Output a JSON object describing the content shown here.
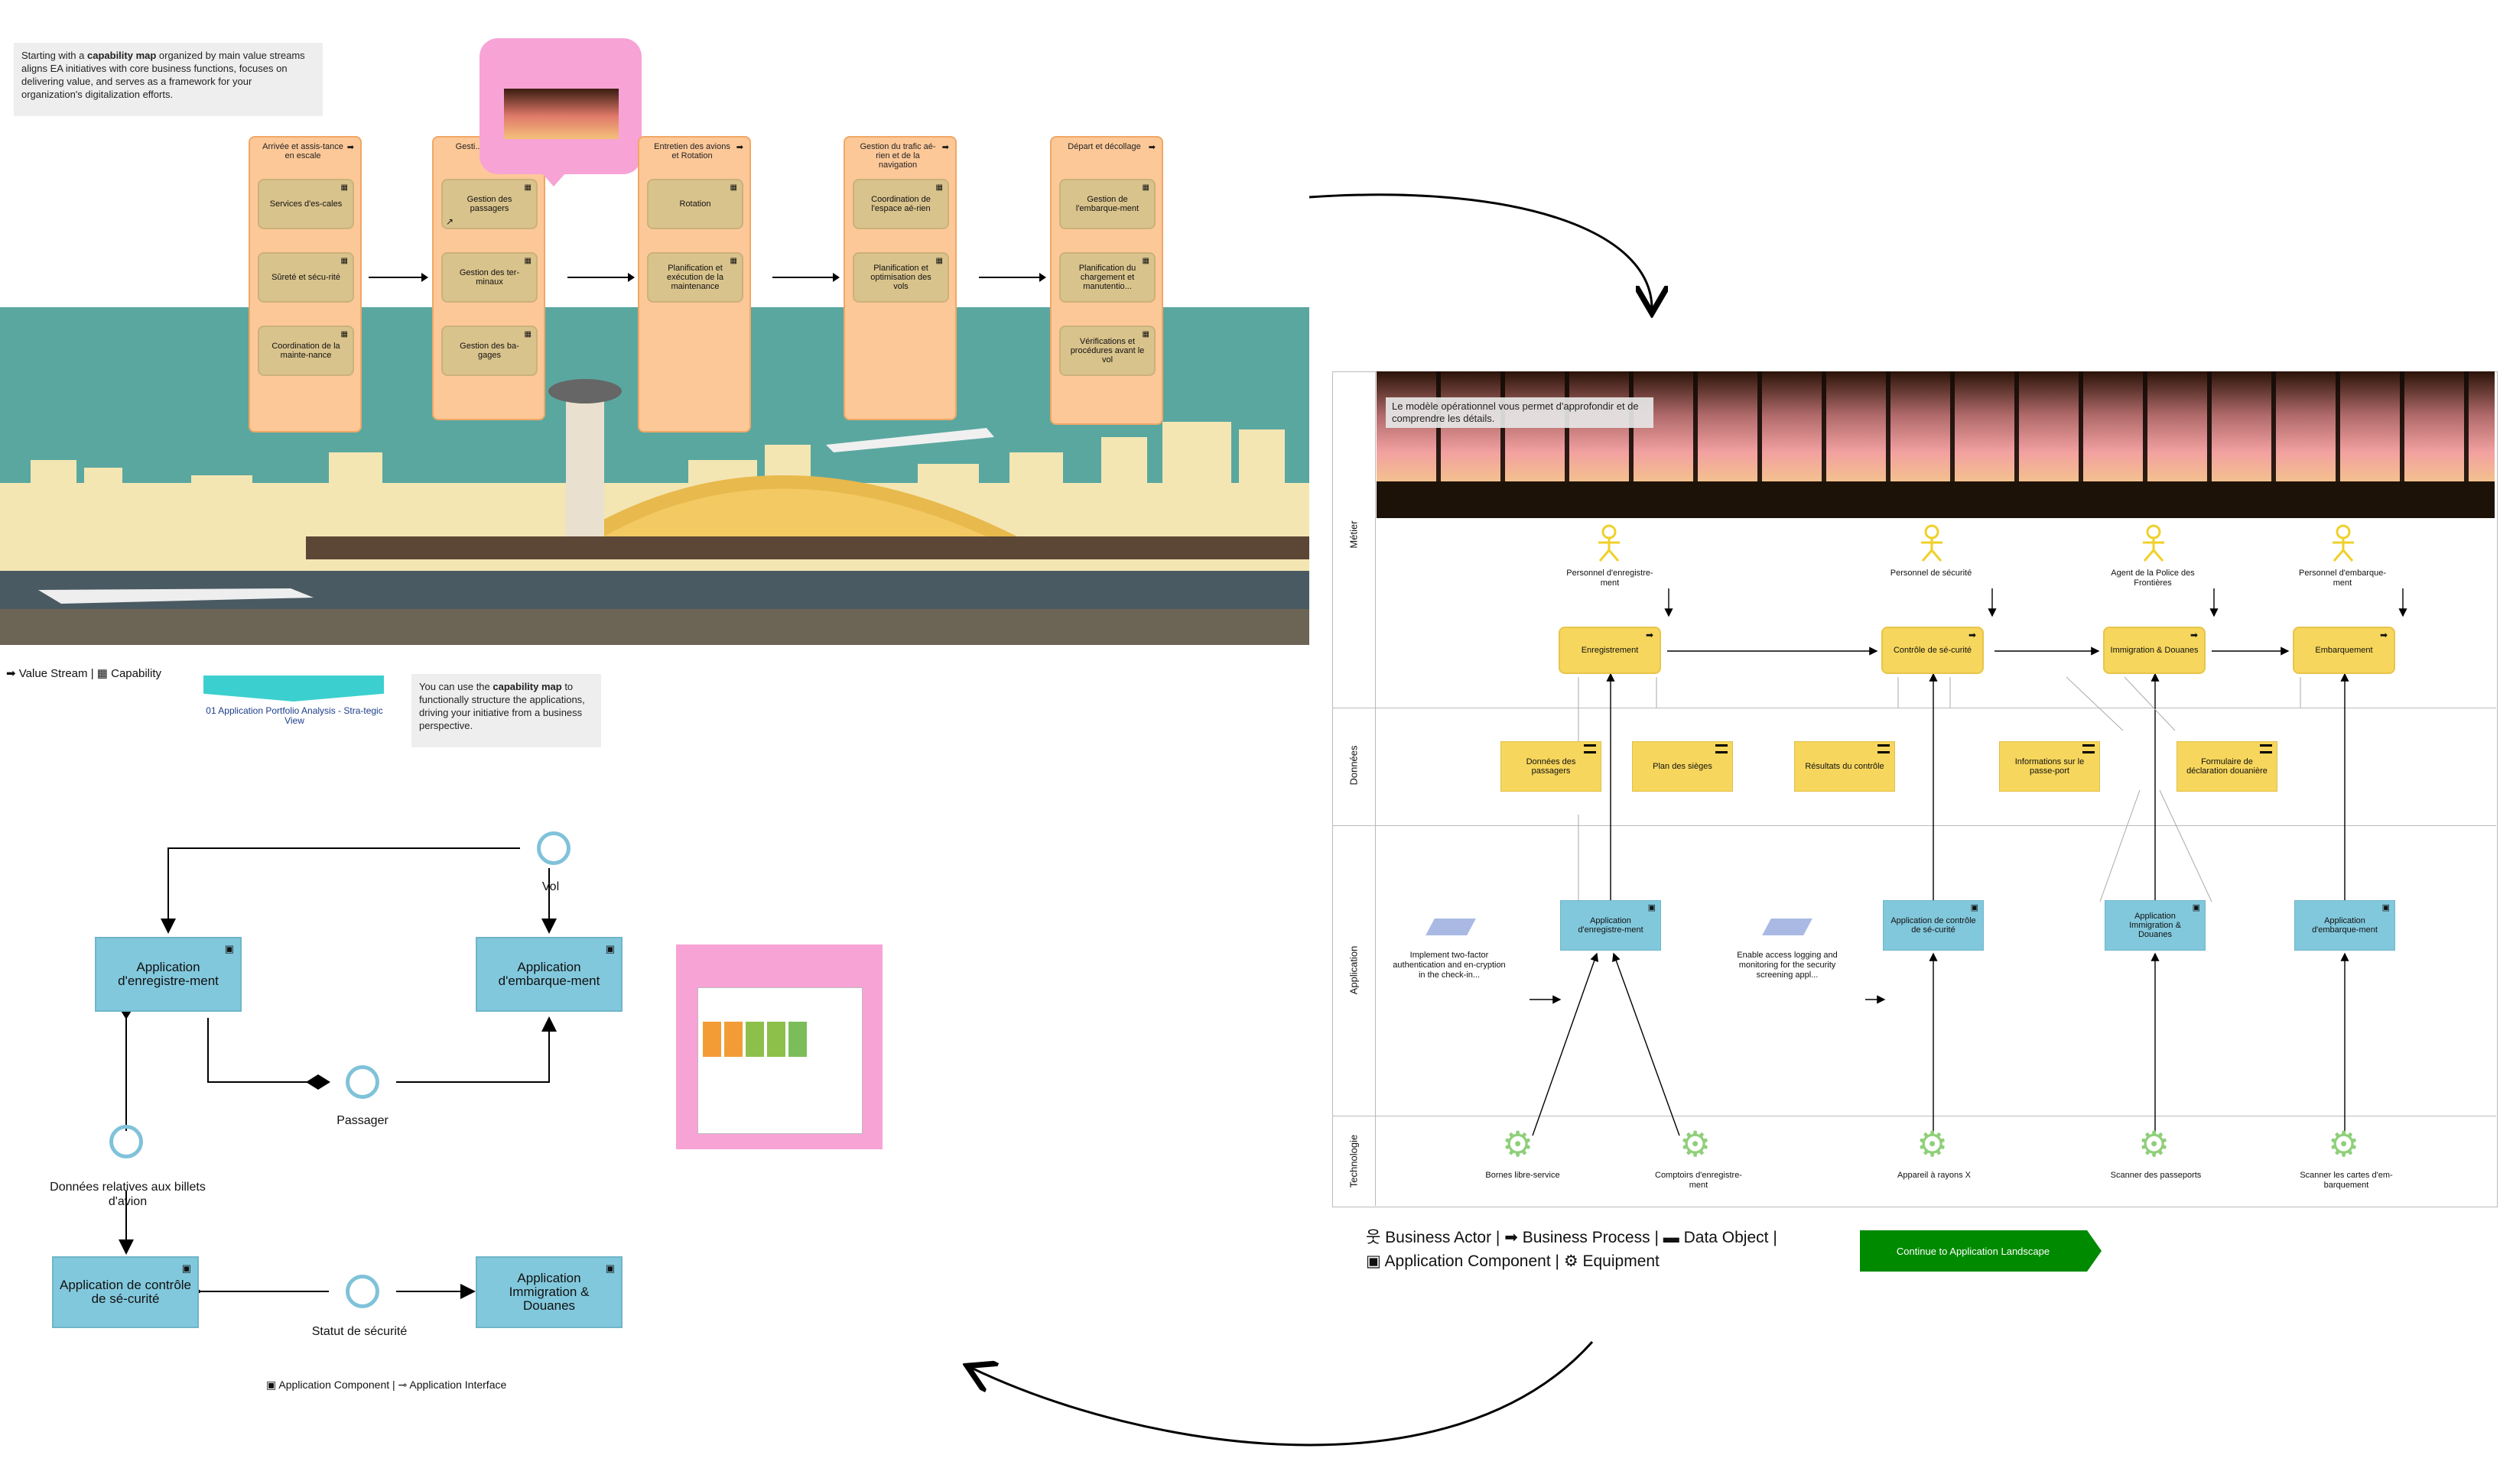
{
  "intro_note": {
    "prefix": "Starting with a ",
    "bold": "capability map",
    "suffix": " organized by main value streams aligns EA initiatives with core business functions, focuses on delivering value, and serves as a framework for your organization's digitalization efforts."
  },
  "value_streams": [
    {
      "title": "Arrivée et assis-tance en escale",
      "capabilities": [
        "Services d'es-cales",
        "Sûreté et sécu-rité",
        "Coordination de la mainte-nance"
      ]
    },
    {
      "title": "Gesti... gers et...",
      "capabilities": [
        "Gestion des passagers",
        "Gestion des ter-minaux",
        "Gestion des ba-gages"
      ]
    },
    {
      "title": "Entretien des avions et Rotation",
      "capabilities": [
        "Rotation",
        "Planification et exécution de la maintenance"
      ]
    },
    {
      "title": "Gestion du trafic aé-rien et de la navigation",
      "capabilities": [
        "Coordination de l'espace aé-rien",
        "Planification et optimisation des vols"
      ]
    },
    {
      "title": "Départ et décollage",
      "capabilities": [
        "Gestion de l'embarque-ment",
        "Planification du chargement et manutentio...",
        "Vérifications et procédures avant le vol"
      ]
    }
  ],
  "legend_top": {
    "value_stream": "Value Stream",
    "sep": "|",
    "capability": "Capability"
  },
  "link_button": {
    "label": "01 Application Portfolio Analysis - Stra-tegic View"
  },
  "capability_note": {
    "prefix": "You can use the ",
    "bold": "capability map",
    "suffix": " to functionally structure the applications, driving your initiative from a business perspective."
  },
  "app_diagram": {
    "components": [
      "Application d'enregistre-ment",
      "Application d'embarque-ment",
      "Application de contrôle de sé-curité",
      "Application Immigration & Douanes"
    ],
    "interfaces": [
      "Vol",
      "Passager",
      "Données relatives aux billets d'avion",
      "Statut de sécurité"
    ],
    "legend": {
      "component": "Application Component",
      "sep": "|",
      "interface": "Application Interface"
    }
  },
  "layered_view": {
    "lanes": [
      "Métier",
      "Données",
      "Application",
      "Technologie"
    ],
    "banner_note": "Le modèle opérationnel vous permet d'approfondir et de comprendre les détails.",
    "actors": [
      "Personnel d'enregistre-ment",
      "Personnel de sécurité",
      "Agent de la Police des Frontières",
      "Personnel d'embarque-ment"
    ],
    "processes": [
      "Enregistrement",
      "Contrôle de sé-curité",
      "Immigration & Douanes",
      "Embarquement"
    ],
    "data_objects": [
      "Données des passagers",
      "Plan des sièges",
      "Résultats du contrôle",
      "Informations sur le passe-port",
      "Formulaire de déclaration douanière"
    ],
    "components": [
      "Application d'enregistre-ment",
      "Application de contrôle de sé-curité",
      "Application Immigration & Douanes",
      "Application d'embarque-ment"
    ],
    "requirements": [
      "Implement two-factor authentication and en-cryption in the check-in...",
      "Enable access logging and monitoring for the security screening appl..."
    ],
    "equipment": [
      "Bornes libre-service",
      "Comptoirs d'enregistre-ment",
      "Appareil à rayons X",
      "Scanner des passeports",
      "Scanner les cartes d'em-barquement"
    ]
  },
  "legend_right": {
    "line1": [
      "Business Actor",
      "|",
      "Business Process",
      "|",
      "Data Object",
      "|"
    ],
    "line2": [
      "Application Component",
      "|",
      "Equipment"
    ]
  },
  "continue_button": {
    "label": "Continue to Application Landscape"
  },
  "colors": {
    "value_stream": "#fdc898",
    "capability": "#d9c38c",
    "application": "#82c8dc",
    "business": "#f6d65d",
    "accent_teal": "#3ccfcf",
    "button_green": "#008a00",
    "highlight_pink": "#f7a3d5"
  },
  "icons": [
    "value-stream-icon",
    "capability-icon",
    "application-component-icon",
    "application-interface-icon",
    "business-actor-icon",
    "business-process-icon",
    "data-object-icon",
    "equipment-icon"
  ]
}
